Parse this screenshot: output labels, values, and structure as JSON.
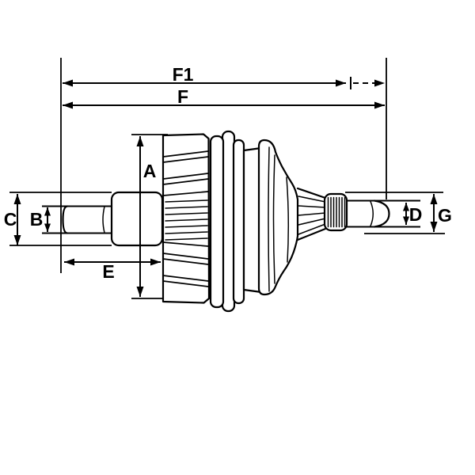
{
  "page": {
    "background_color": "#ffffff",
    "line_color": "#000000"
  },
  "dimension_labels": {
    "f1": "F1",
    "f": "F",
    "a": "A",
    "b": "B",
    "c": "C",
    "d": "D",
    "e": "E",
    "g": "G"
  }
}
